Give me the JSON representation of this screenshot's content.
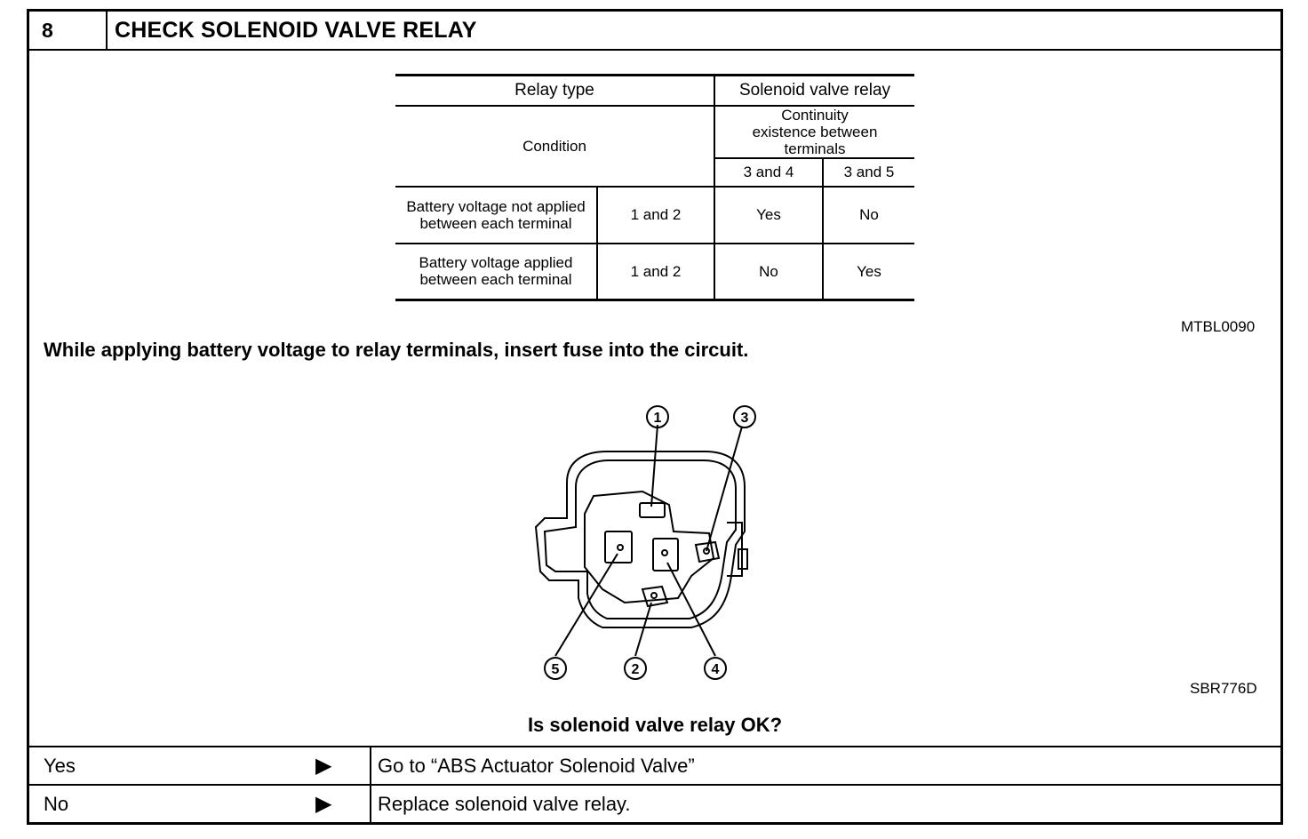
{
  "step": {
    "number": "8",
    "title": "CHECK SOLENOID VALVE RELAY"
  },
  "table": {
    "relay_type_label": "Relay type",
    "relay_name": "Solenoid valve relay",
    "condition_label": "Condition",
    "continuity_label": "Continuity existence between terminals",
    "col_a": "3 and 4",
    "col_b": "3 and 5",
    "rows": [
      {
        "condition": "Battery voltage not applied between each terminal",
        "terminals": "1 and 2",
        "a": "Yes",
        "b": "No"
      },
      {
        "condition": "Battery voltage applied between each terminal",
        "terminals": "1 and 2",
        "a": "No",
        "b": "Yes"
      }
    ],
    "code": "MTBL0090"
  },
  "instruction": "While applying battery voltage to relay terminals, insert fuse into the circuit.",
  "diagram": {
    "code": "SBR776D",
    "labels": {
      "t1": "1",
      "t2": "2",
      "t3": "3",
      "t4": "4",
      "t5": "5"
    }
  },
  "question": "Is solenoid valve relay OK?",
  "answers": [
    {
      "label": "Yes",
      "arrow": "▶",
      "text": "Go to “ABS Actuator Solenoid Valve”"
    },
    {
      "label": "No",
      "arrow": "▶",
      "text": "Replace solenoid valve relay."
    }
  ]
}
